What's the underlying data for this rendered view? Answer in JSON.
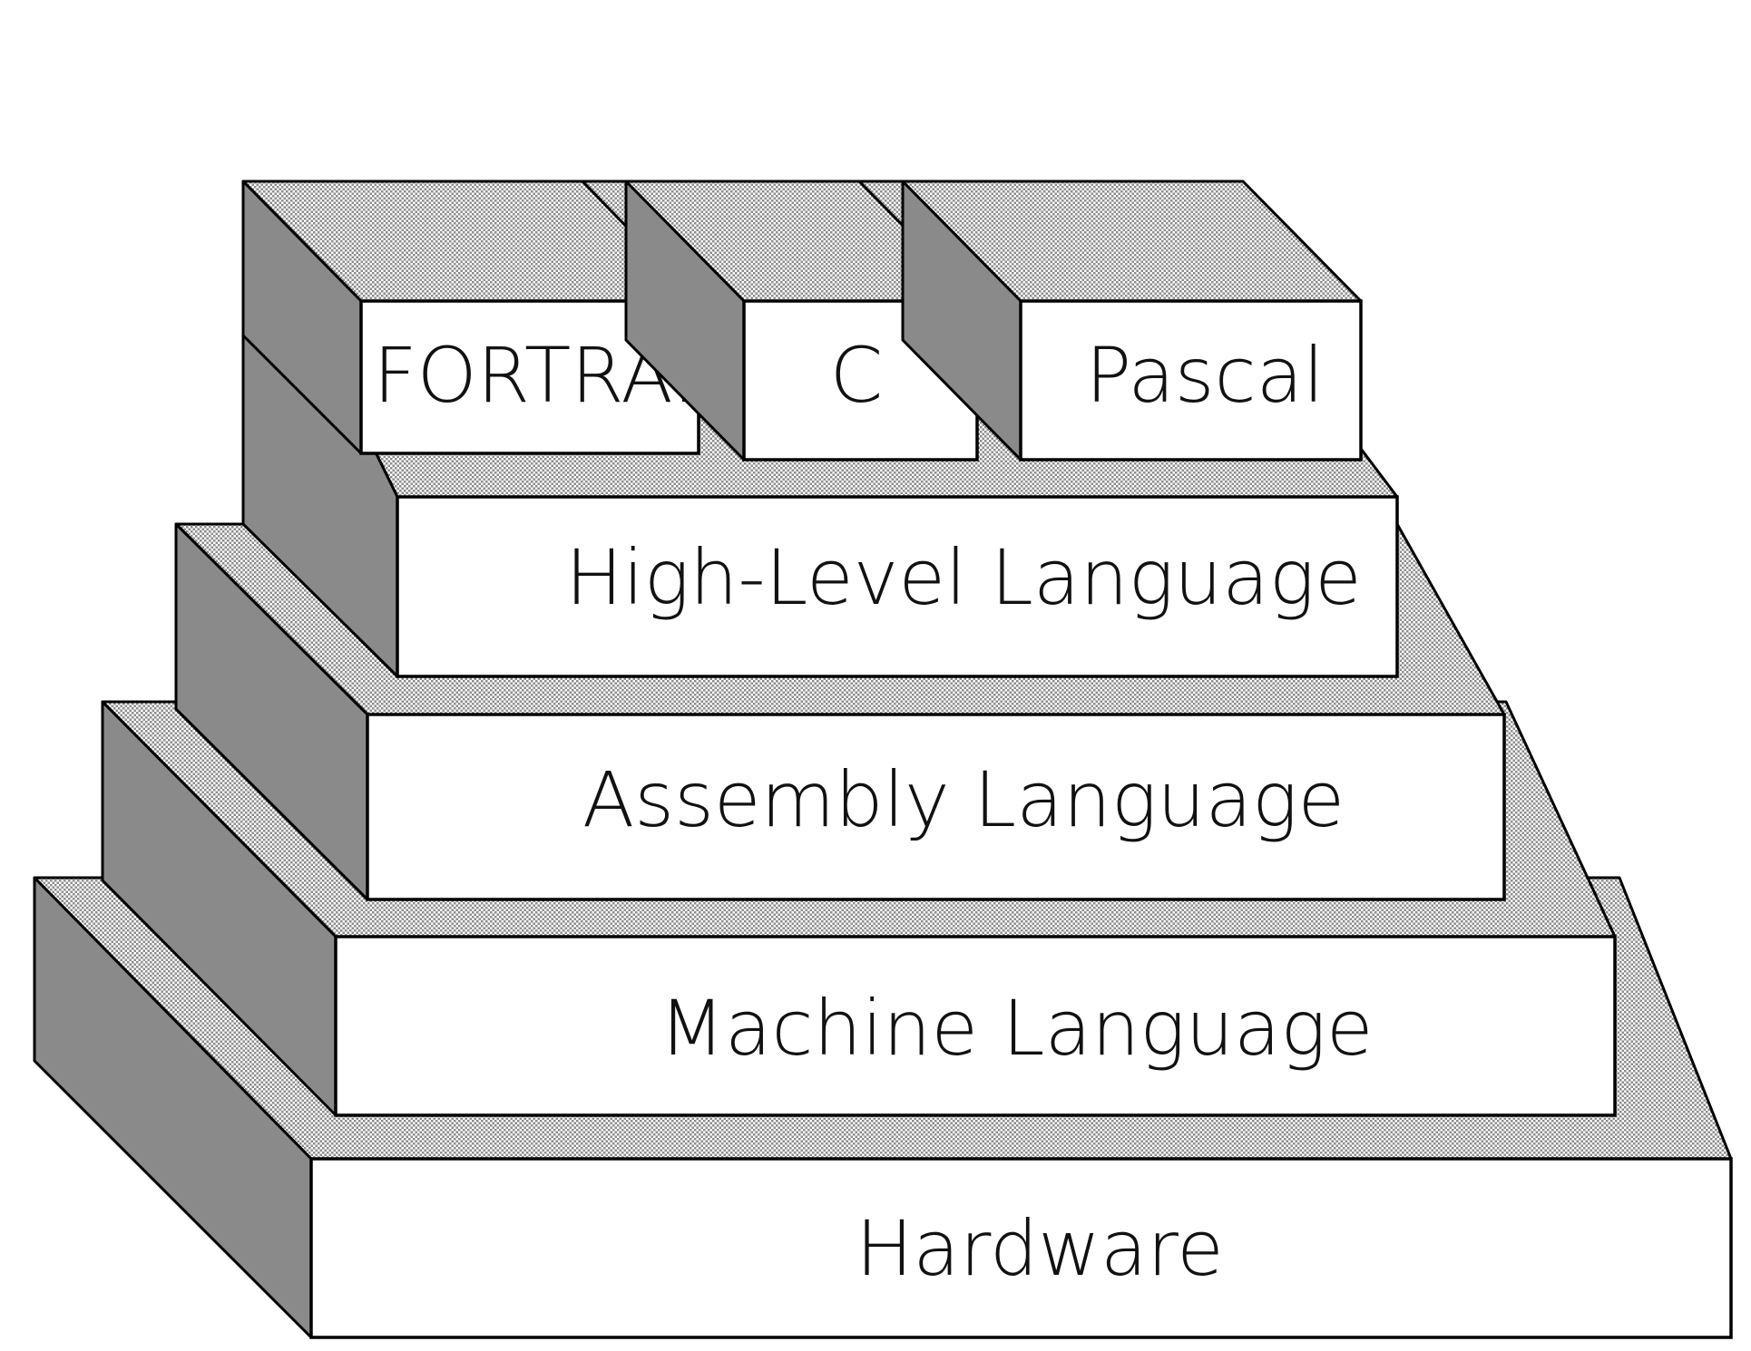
{
  "diagram": {
    "colors": {
      "side": "#8a8a8a",
      "top_dots": "#9a9a9a",
      "front": "#ffffff",
      "outline": "#000000"
    },
    "layers": [
      {
        "id": "hardware",
        "label": "Hardware"
      },
      {
        "id": "machine-language",
        "label": "Machine Language"
      },
      {
        "id": "assembly-language",
        "label": "Assembly Language"
      },
      {
        "id": "high-level-language",
        "label": "High-Level Language"
      }
    ],
    "languages": [
      {
        "id": "fortran",
        "label": "FORTRAN"
      },
      {
        "id": "c",
        "label": "C"
      },
      {
        "id": "pascal",
        "label": "Pascal"
      }
    ]
  }
}
